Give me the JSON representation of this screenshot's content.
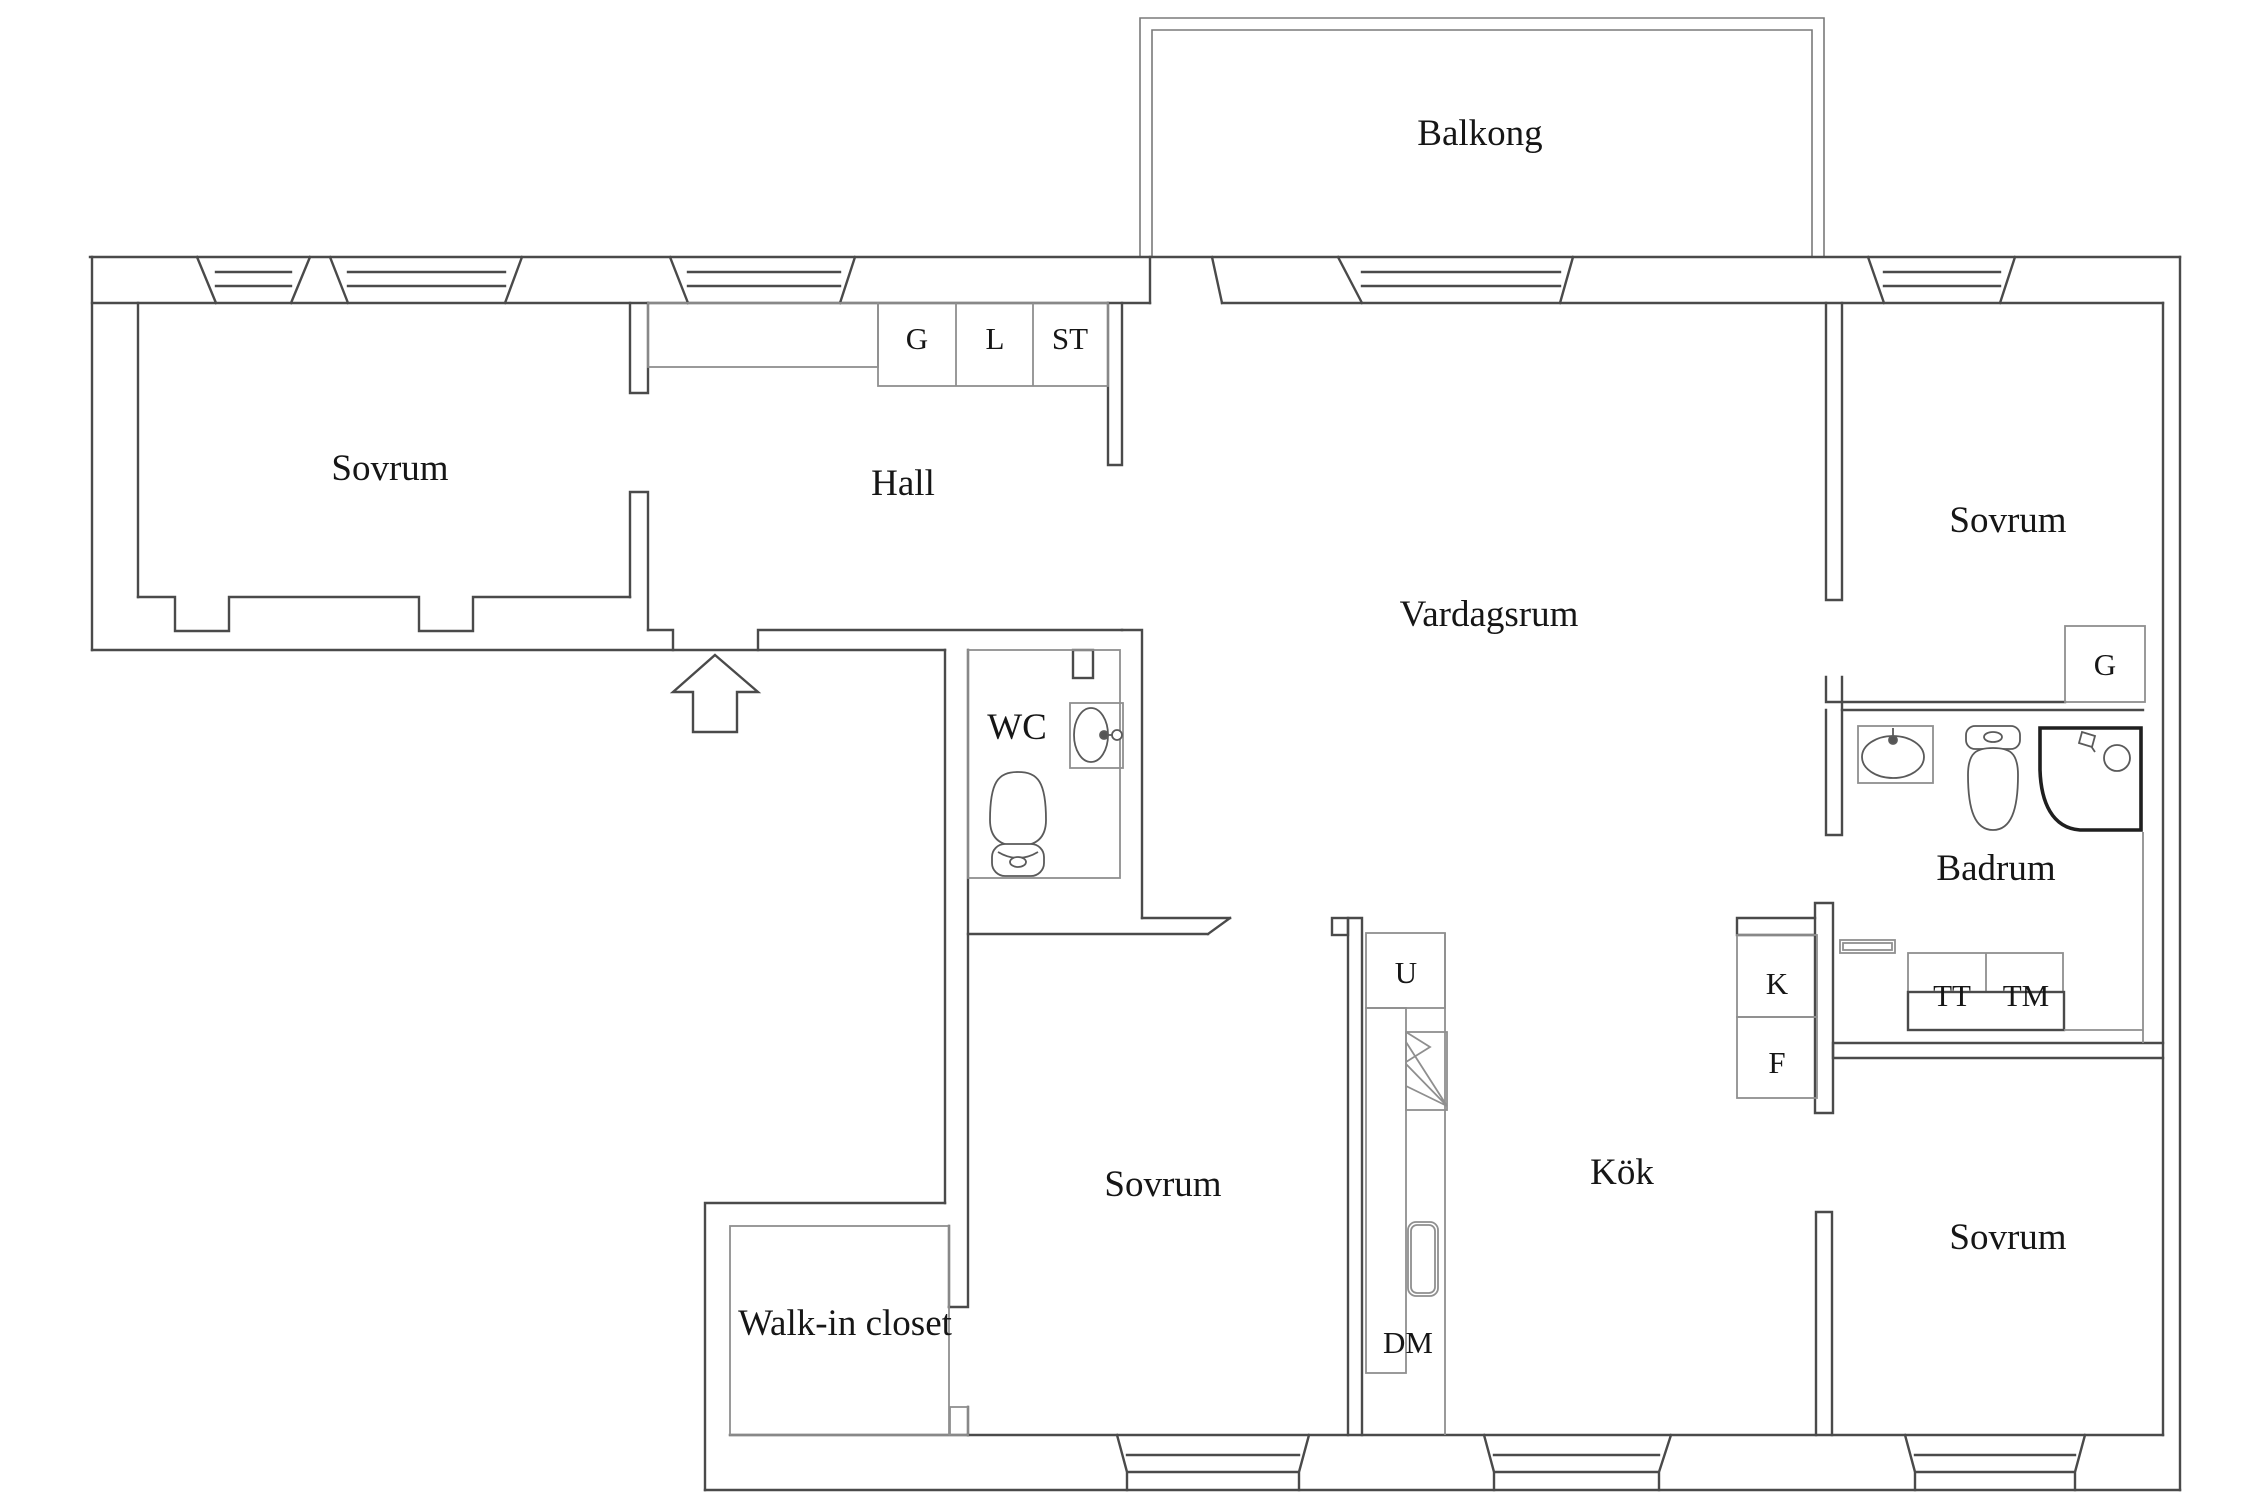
{
  "rooms": {
    "balkong": "Balkong",
    "sovrum": "Sovrum",
    "hall": "Hall",
    "vardagsrum": "Vardagsrum",
    "wc": "WC",
    "badrum": "Badrum",
    "kok": "Kök",
    "walk_in_closet": "Walk-in closet"
  },
  "units": {
    "g": "G",
    "l": "L",
    "st": "ST",
    "u": "U",
    "dm": "DM",
    "k": "K",
    "f": "F",
    "tt": "TT",
    "tm": "TM"
  },
  "colors": {
    "wall": "#4a4a4a",
    "furniture": "#8f8f8f",
    "fixture": "#5a5a5a",
    "appliance_dark": "#1f1f1f",
    "text": "#161616",
    "background": "#ffffff"
  }
}
